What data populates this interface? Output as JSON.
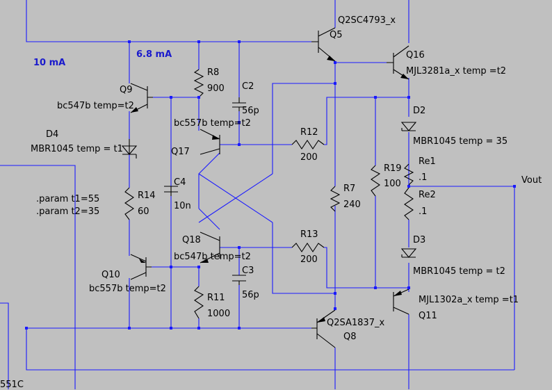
{
  "labels": {
    "q5_model": "Q2SC4793_x",
    "q5": "Q5",
    "q16": "Q16",
    "q16_model": "MJL3281a_x temp =t2",
    "current_10ma": "10 mA",
    "current_68ma": "6.8 mA",
    "r8": "R8",
    "r8_val": "900",
    "c2": "C2",
    "c2_val": "56p",
    "q9": "Q9",
    "q9_model": "bc547b temp=t2",
    "d2": "D2",
    "q17_model": "bc557b temp=t2",
    "d4": "D4",
    "d4_model": "MBR1045 temp = t1",
    "r12": "R12",
    "r12_val": "200",
    "d2_model": "MBR1045 temp = 35",
    "q17": "Q17",
    "re1": "Re1",
    "re1_val": ".1",
    "r19": "R19",
    "r19_val": "100",
    "vout": "Vout",
    "c4": "C4",
    "c4_val": "10n",
    "r7": "R7",
    "r7_val": "240",
    "re2": "Re2",
    "re2_val": ".1",
    "r14": "R14",
    "r14_val": "60",
    "param1": ".param t1=55",
    "param2": ".param t2=35",
    "d3": "D3",
    "r13": "R13",
    "r13_val": "200",
    "q18": "Q18",
    "q18_model": "bc547b temp=t2",
    "d3_model": "MBR1045 temp = t2",
    "c3": "C3",
    "c3_val": "56p",
    "q10": "Q10",
    "q10_model": "bc557b temp=t2",
    "r11": "R11",
    "r11_val": "1000",
    "q11_model": "MJL1302a_x temp =t1",
    "q11": "Q11",
    "q8_model": "Q2SA1837_x",
    "q8": "Q8",
    "partial_label": "551C"
  }
}
